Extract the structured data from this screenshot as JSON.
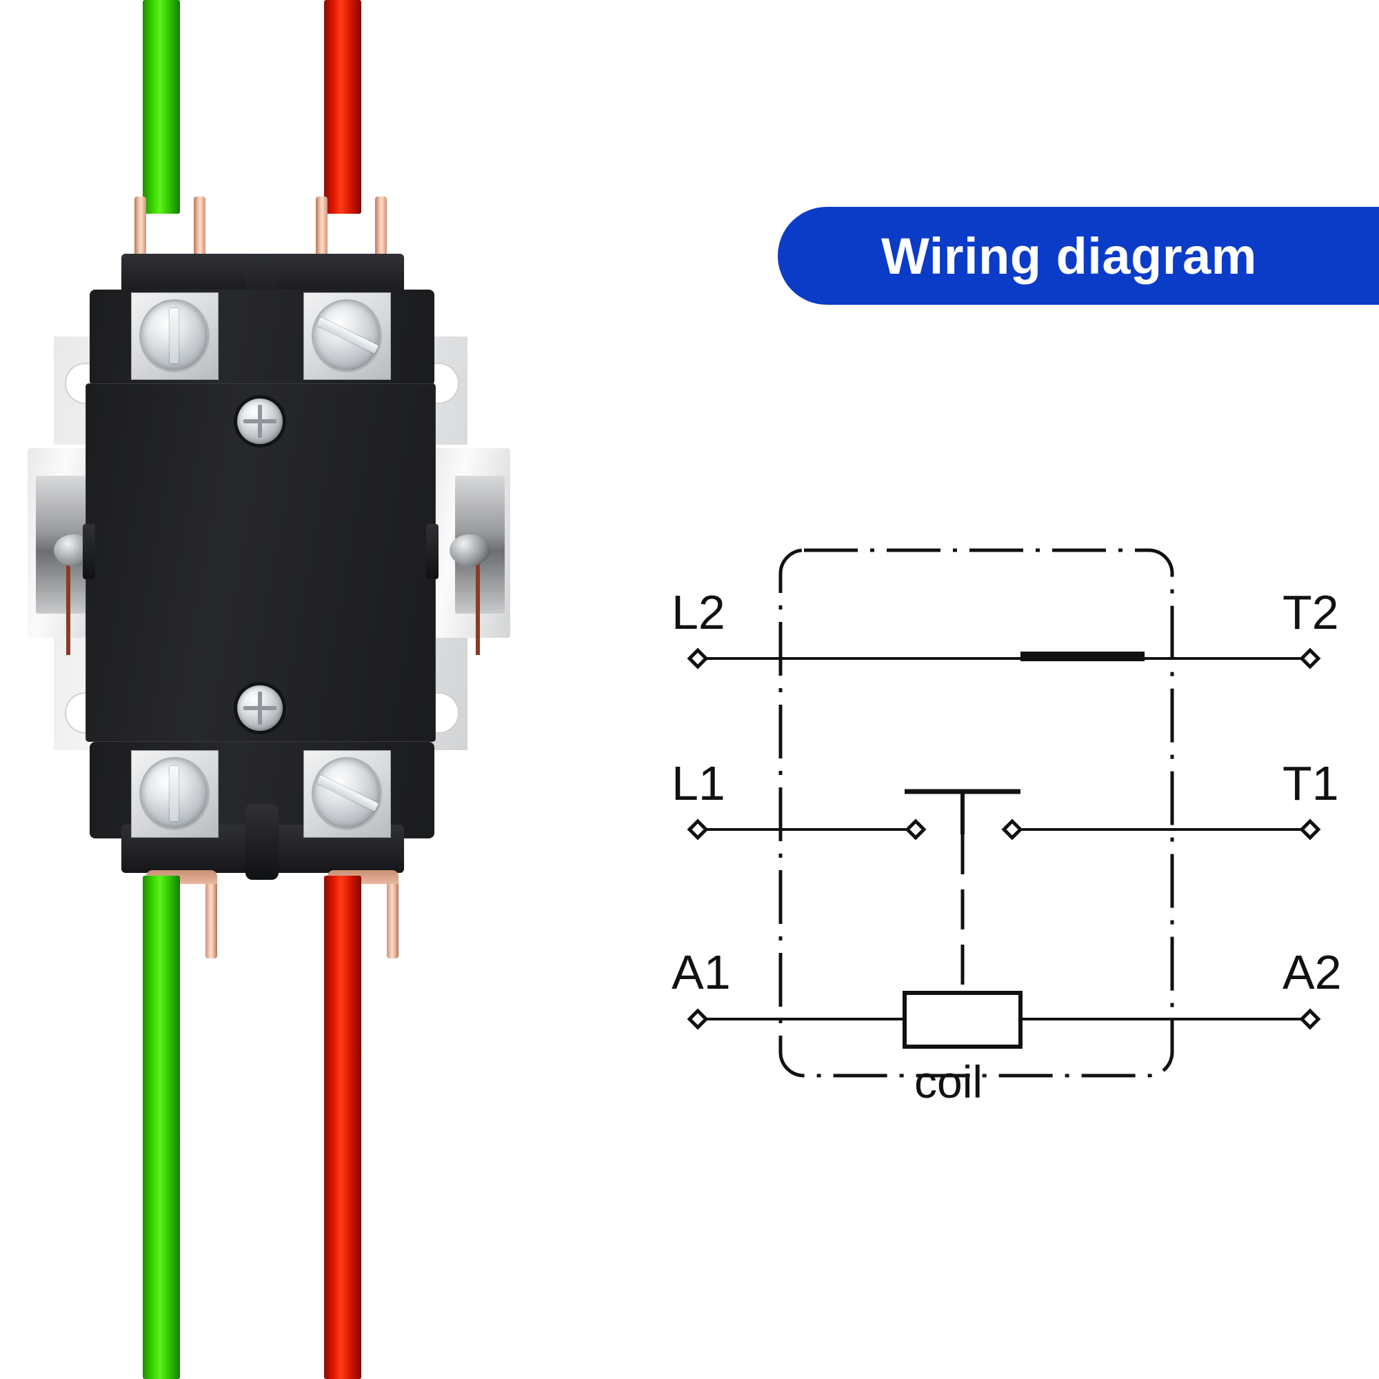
{
  "banner": {
    "title": "Wiring diagram",
    "color": "#0A3CC8",
    "text_color": "#FFFFFF"
  },
  "product_photo": {
    "name": "definite purpose contactor",
    "body_color": "#1E1F22",
    "wires": [
      {
        "id": "wire-top-left",
        "color_name": "green",
        "color": "#2ECC00",
        "position": "top-left"
      },
      {
        "id": "wire-top-right",
        "color_name": "red",
        "color": "#E01800",
        "position": "top-right"
      },
      {
        "id": "wire-bottom-left",
        "color_name": "green",
        "color": "#2ECC00",
        "position": "bottom-left"
      },
      {
        "id": "wire-bottom-right",
        "color_name": "red",
        "color": "#E01800",
        "position": "bottom-right"
      }
    ],
    "terminals": [
      {
        "id": "terminal-top-left",
        "screw": "slotted"
      },
      {
        "id": "terminal-top-right",
        "screw": "slotted"
      },
      {
        "id": "terminal-bottom-left",
        "screw": "slotted"
      },
      {
        "id": "terminal-bottom-right",
        "screw": "slotted"
      }
    ],
    "face_screws": [
      {
        "id": "face-screw-top",
        "screw": "phillips"
      },
      {
        "id": "face-screw-bottom",
        "screw": "phillips"
      }
    ]
  },
  "chart_data": {
    "type": "diagram",
    "title": "Wiring diagram",
    "subtitle": "",
    "line_color": "#111111",
    "enclosure": {
      "style": "dash-dot",
      "shape": "rounded-rectangle"
    },
    "terminals_left": [
      "L2",
      "L1",
      "A1"
    ],
    "terminals_right": [
      "T2",
      "T1",
      "A2"
    ],
    "rows": [
      {
        "id": "row-l2-t2",
        "left_label": "L2",
        "right_label": "T2",
        "element": "closed-contact",
        "element_label": ""
      },
      {
        "id": "row-l1-t1",
        "left_label": "L1",
        "right_label": "T1",
        "element": "normally-open-contact",
        "element_label": ""
      },
      {
        "id": "row-a1-a2",
        "left_label": "A1",
        "right_label": "A2",
        "element": "coil",
        "element_label": "coil"
      }
    ],
    "annotations": [
      "coil"
    ],
    "mechanical_link": "dashed vertical line from contact bar down to coil"
  }
}
